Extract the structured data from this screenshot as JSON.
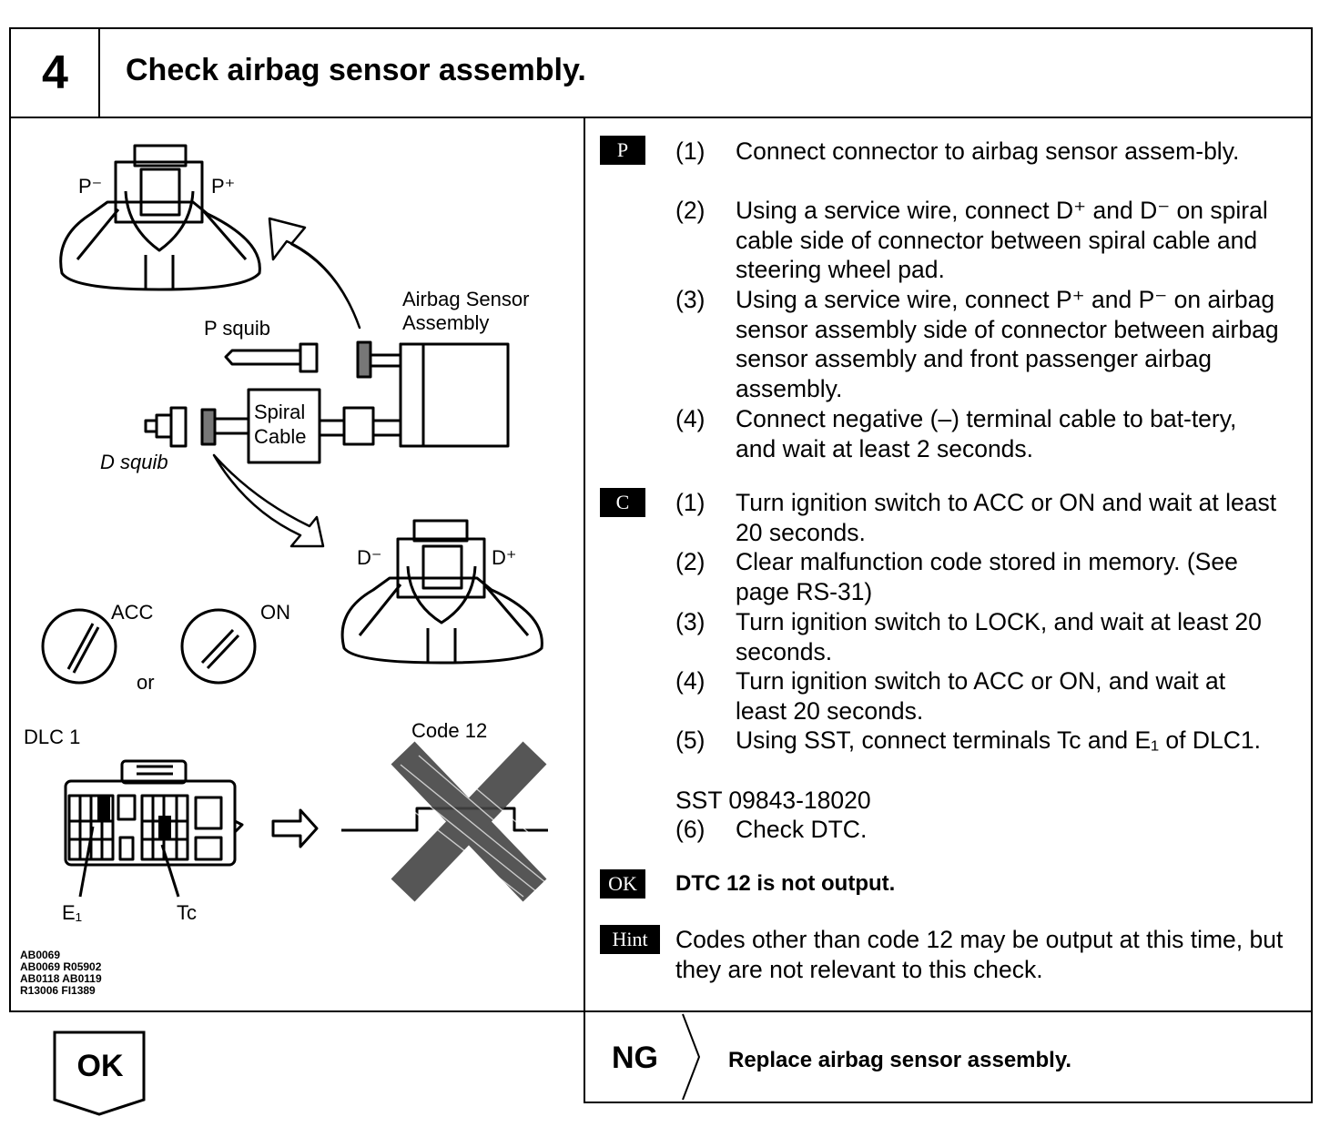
{
  "step": {
    "number": "4",
    "title": "Check airbag sensor assembly."
  },
  "figure": {
    "p_minus": "P⁻",
    "p_plus": "P⁺",
    "airbag_sensor_line1": "Airbag Sensor",
    "airbag_sensor_line2": "Assembly",
    "p_squib": "P squib",
    "spiral_line1": "Spiral",
    "spiral_line2": "Cable",
    "d_squib": "D squib",
    "d_minus": "D⁻",
    "d_plus": "D⁺",
    "acc": "ACC",
    "on": "ON",
    "or": "or",
    "dlc": "DLC 1",
    "code12": "Code 12",
    "e1": "E₁",
    "tc": "Tc",
    "figure_codes": [
      "AB0069",
      "AB0069 R05902",
      "AB0118 AB0119",
      "R13006 FI1389"
    ]
  },
  "procedure": {
    "p_tag": "P",
    "p_steps": [
      {
        "n": "(1)",
        "t": "Connect connector to airbag sensor assem-bly."
      },
      {
        "n": "(2)",
        "t": "Using a service wire, connect D⁺ and D⁻ on spiral cable side of connector between spiral cable and steering wheel pad."
      },
      {
        "n": "(3)",
        "t": "Using a service wire, connect P⁺ and P⁻ on airbag sensor assembly side of connector between airbag sensor assembly and front passenger airbag assembly."
      },
      {
        "n": "(4)",
        "t": "Connect negative (–) terminal cable to bat-tery, and wait at least 2 seconds."
      }
    ],
    "c_tag": "C",
    "c_steps": [
      {
        "n": "(1)",
        "t": "Turn ignition switch to ACC or ON and wait at least 20 seconds."
      },
      {
        "n": "(2)",
        "t": "Clear malfunction code stored in memory. (See page RS-31)"
      },
      {
        "n": "(3)",
        "t": "Turn ignition switch to LOCK, and wait at least 20 seconds."
      },
      {
        "n": "(4)",
        "t": "Turn ignition switch to ACC or ON, and wait at least 20 seconds."
      },
      {
        "n": "(5)",
        "t": "Using SST, connect terminals Tc and E₁ of DLC1."
      }
    ],
    "sst": "SST 09843-18020",
    "c_step6": {
      "n": "(6)",
      "t": "Check DTC."
    },
    "ok_tag": "OK",
    "ok_text": "DTC 12 is not output.",
    "hint_tag": "Hint",
    "hint_text": "Codes other than code 12 may be output at this time, but they are not relevant to this check."
  },
  "result": {
    "ok_label": "OK",
    "ng_label": "NG",
    "ng_action": "Replace airbag sensor assembly."
  }
}
